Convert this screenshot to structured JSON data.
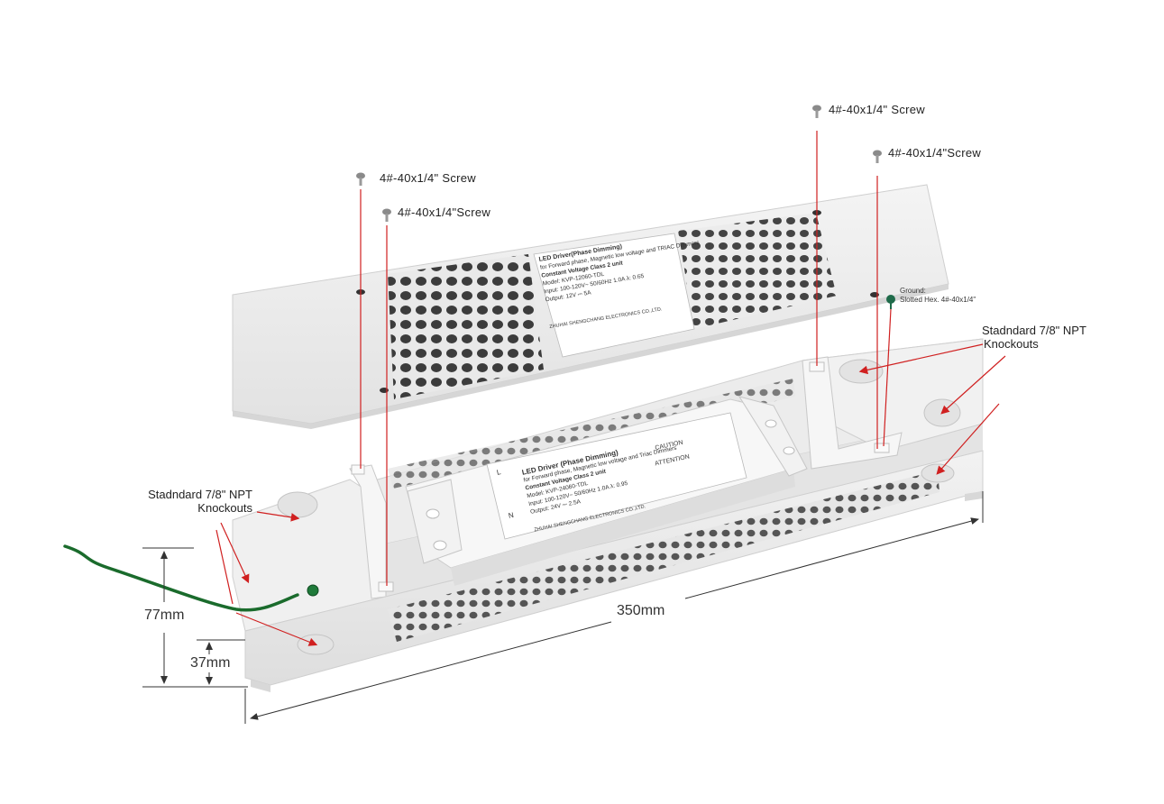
{
  "labels": {
    "screw_top_right": "4#-40x1/4\"  Screw",
    "screw_right": "4#-40x1/4\"Screw",
    "screw_top_left": "4#-40x1/4\"  Screw",
    "screw_left": "4#-40x1/4\"Screw",
    "ground_line1": "Ground:",
    "ground_line2": "Slotted Hex. 4#-40x1/4\"",
    "knockouts_right_line1": "Stadndard 7/8\" NPT",
    "knockouts_right_line2": "Knockouts",
    "knockouts_left_line1": "Stadndard 7/8\" NPT",
    "knockouts_left_line2": "Knockouts"
  },
  "dimensions": {
    "length": "350mm",
    "height": "77mm",
    "base_height": "37mm"
  },
  "cover_label": {
    "title": "LED Driver(Phase Dimming)",
    "line1": "for Forward phase, Magnetic low voltage and TRIAC Dimmers",
    "line2": "Constant Voltage        Class 2 unit",
    "line3": "Model: KVP-12060-TDL",
    "line4": "Input: 100-120V~ 50/60Hz 1.0A  λ: 0.65",
    "line5": "Output: 12V ⎓ 5A",
    "footer": "ZHUHAI SHENGCHANG ELECTRONICS CO.,LTD."
  },
  "driver_label": {
    "title": "LED Driver (Phase Dimming)",
    "line1": "for Forward phase, Magnetic low voltage and Triac Dimmers",
    "line2": "Constant Voltage        Class 2 unit",
    "line3": "Model: KVP-24060-TDL",
    "line4": "Input: 100-120V~ 50/60Hz  1.0A  λ: 0.95",
    "line5": "Output: 24V ⎓ 2.5A",
    "footer": "ZHUHAI SHENGCHANG ELECTRONICS CO.,LTD.",
    "caution": "CAUTION",
    "attention": "ATTENTION",
    "terminal_l": "L",
    "terminal_n": "N"
  },
  "colors": {
    "leader": "#d02020",
    "dimension": "#333333",
    "body": "#eeeeee",
    "wire": "#1a6b2c"
  }
}
